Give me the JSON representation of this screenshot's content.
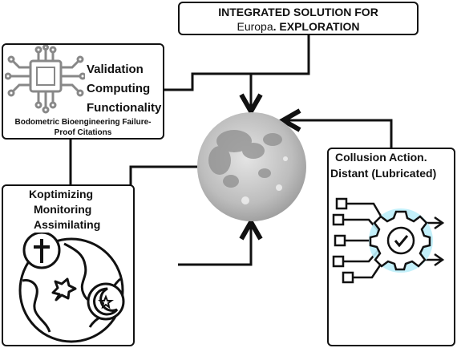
{
  "top_box": {
    "line1": "INTEGRATED SOLUTION FOR",
    "line2_regular": "Europa",
    "line2_bold": ". EXPLORATION"
  },
  "validation_box": {
    "title_line1": "Validation",
    "title_line2": "Computing",
    "title_line3": "Functionality",
    "sub_line1": "Bodometric Bioengineering Failure-",
    "sub_line2": "Proof Citations",
    "icon": "microchip-icon"
  },
  "koptimizing_box": {
    "line1": "Koptimizing",
    "line2": "Monitoring",
    "line3": "Assimilating",
    "icon": "globe-religious-symbols-icon"
  },
  "collusion_box": {
    "line1": "Collusion Action.",
    "line2": "Distant (Lubricated)",
    "icon": "gear-workflow-icon",
    "accent": "#bdeefa"
  },
  "center": {
    "icon": "moon-icon"
  }
}
